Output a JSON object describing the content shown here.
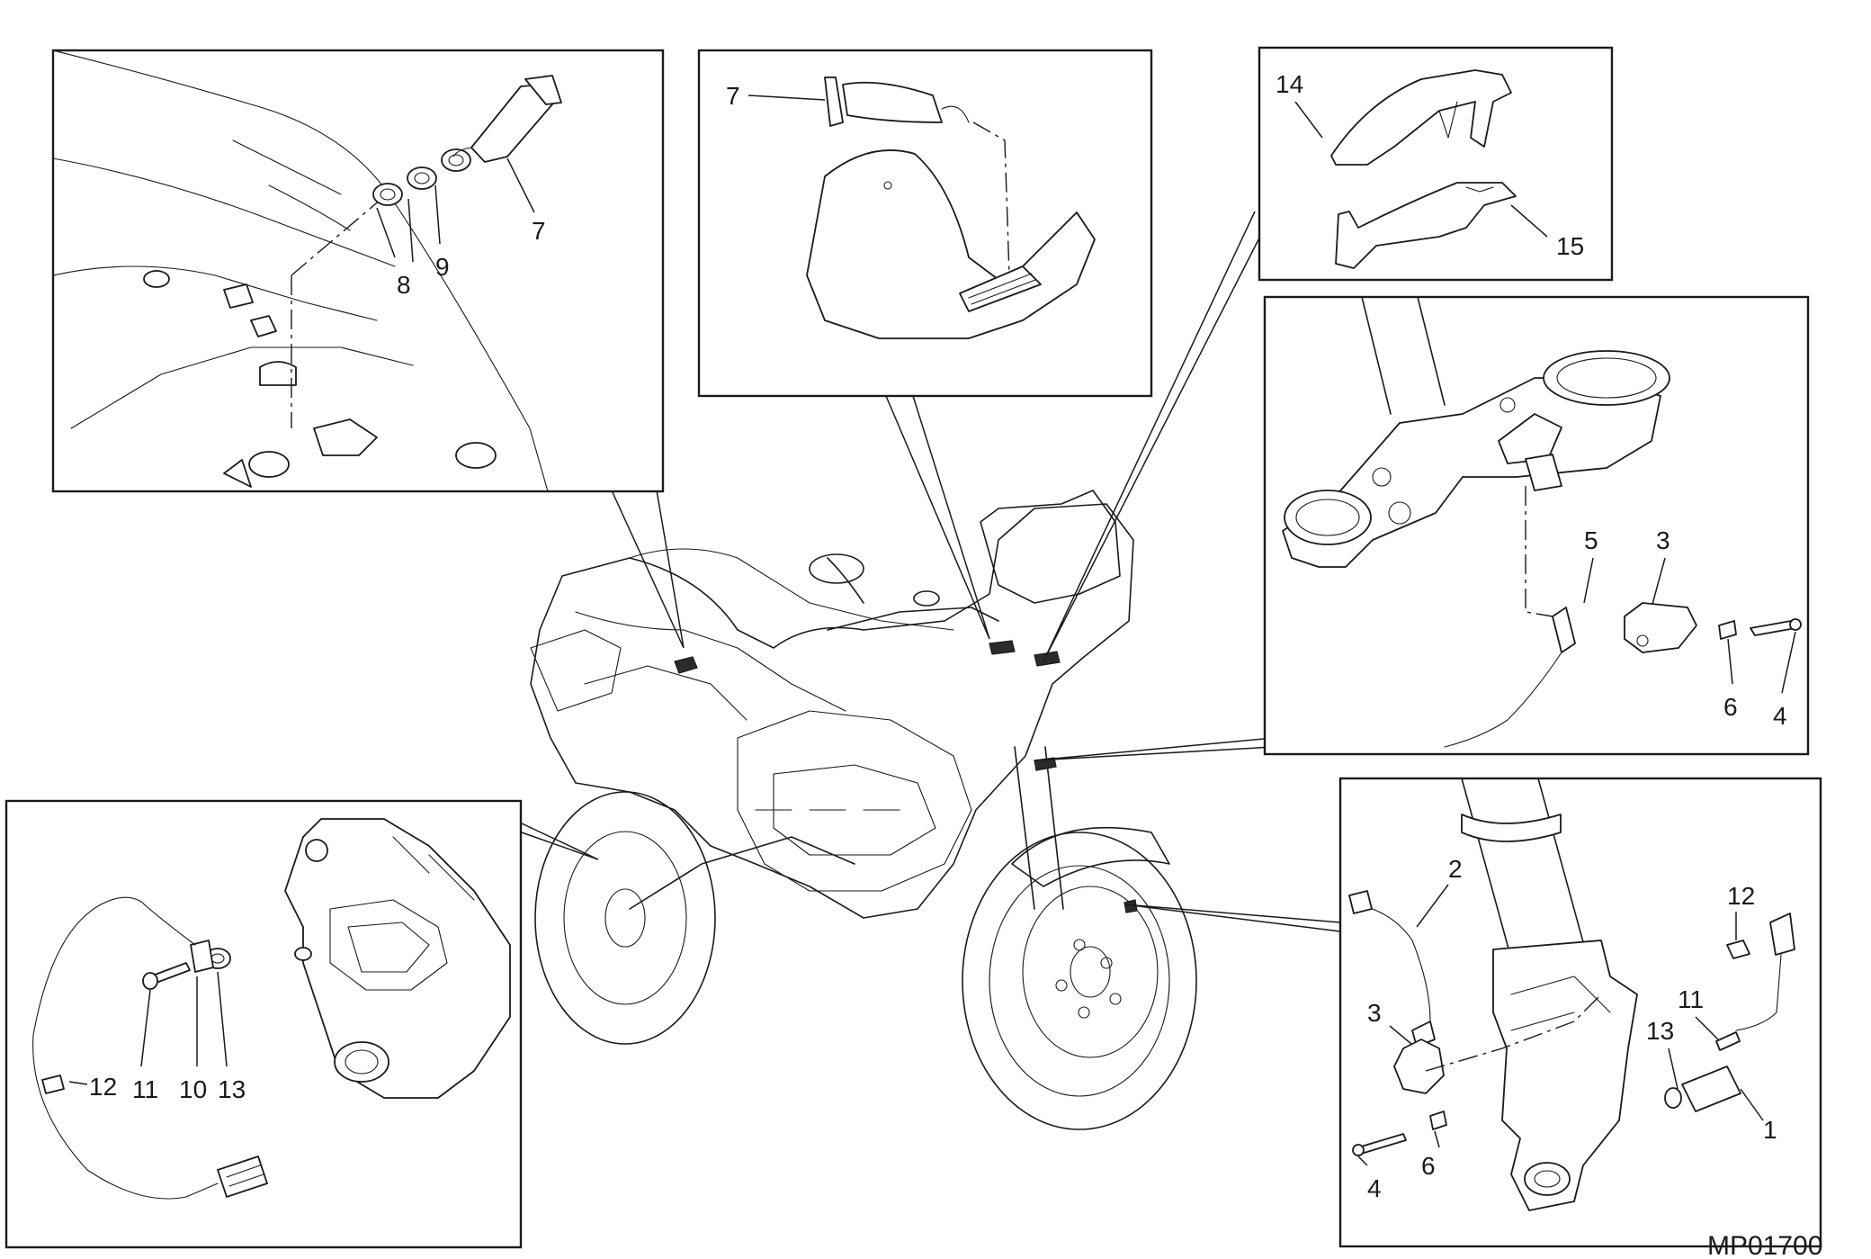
{
  "diagram": {
    "code": "MP01700",
    "panels": {
      "rear_top": {
        "callouts": [
          "7",
          "8",
          "9"
        ]
      },
      "cable_top": {
        "callouts": [
          "7"
        ]
      },
      "brackets": {
        "callouts": [
          "14",
          "15"
        ]
      },
      "steering": {
        "callouts": [
          "5",
          "3",
          "6",
          "4"
        ]
      },
      "front_wheel": {
        "callouts": [
          "2",
          "3",
          "12",
          "11",
          "13",
          "1",
          "4",
          "6"
        ]
      },
      "caliper": {
        "callouts": [
          "12",
          "11",
          "10",
          "13"
        ]
      }
    }
  }
}
